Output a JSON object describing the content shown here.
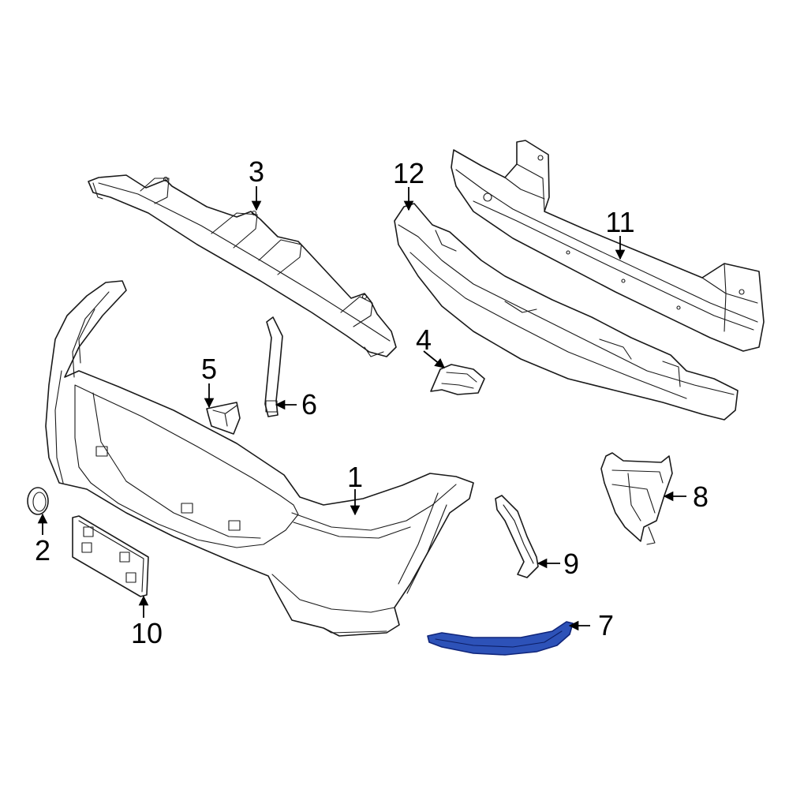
{
  "callouts": [
    {
      "id": "1",
      "label": "1"
    },
    {
      "id": "2",
      "label": "2"
    },
    {
      "id": "3",
      "label": "3"
    },
    {
      "id": "4",
      "label": "4"
    },
    {
      "id": "5",
      "label": "5"
    },
    {
      "id": "6",
      "label": "6"
    },
    {
      "id": "7",
      "label": "7"
    },
    {
      "id": "8",
      "label": "8"
    },
    {
      "id": "9",
      "label": "9"
    },
    {
      "id": "10",
      "label": "10"
    },
    {
      "id": "11",
      "label": "11"
    },
    {
      "id": "12",
      "label": "12"
    }
  ],
  "highlighted_part": "7",
  "colors": {
    "highlight": "#2d52b8",
    "outline": "#1a1a1a",
    "background": "#ffffff"
  }
}
